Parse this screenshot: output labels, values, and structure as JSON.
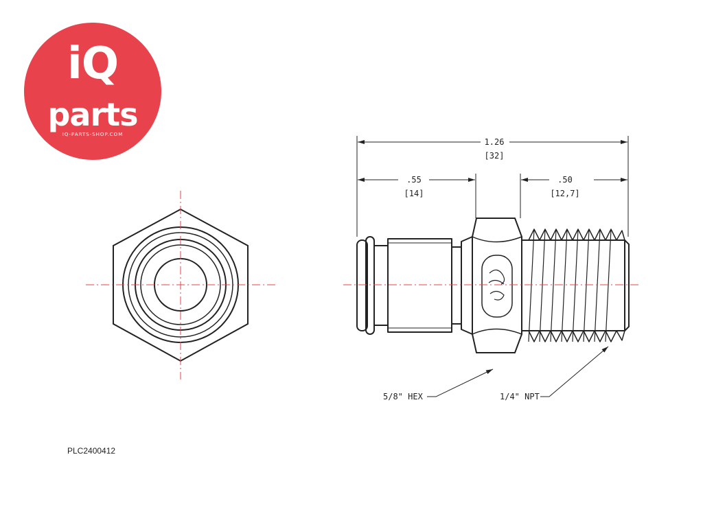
{
  "logo": {
    "brand": "iQ",
    "word": "parts",
    "url": "IQ-PARTS-SHOP.COM"
  },
  "dimensions": {
    "overall": {
      "inch": "1.26",
      "mm": "[32]"
    },
    "socket": {
      "inch": ".55",
      "mm": "[14]"
    },
    "thread": {
      "inch": ".50",
      "mm": "[12,7]"
    }
  },
  "callouts": {
    "hex": "5/8\" HEX",
    "npt": "1/4\" NPT"
  },
  "part_number": "PLC2400412",
  "colors": {
    "logo": "#e8434d",
    "centerline": "#e8434d",
    "line": "#222222"
  }
}
